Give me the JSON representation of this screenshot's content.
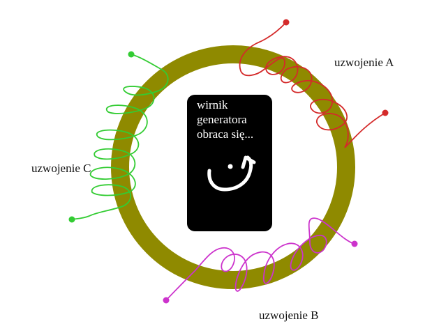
{
  "diagram": {
    "ring_color": "#8f8a00",
    "rotor": {
      "color": "#000000",
      "text_lines": [
        "wirnik",
        "generatora",
        "obraca się..."
      ],
      "icon": "rotation-arrow-icon"
    },
    "windings": [
      {
        "id": "a",
        "label": "uzwojenie A",
        "color": "#d42a2a"
      },
      {
        "id": "b",
        "label": "uzwojenie B",
        "color": "#cc33cc"
      },
      {
        "id": "c",
        "label": "uzwojenie C",
        "color": "#33cc33"
      }
    ]
  }
}
